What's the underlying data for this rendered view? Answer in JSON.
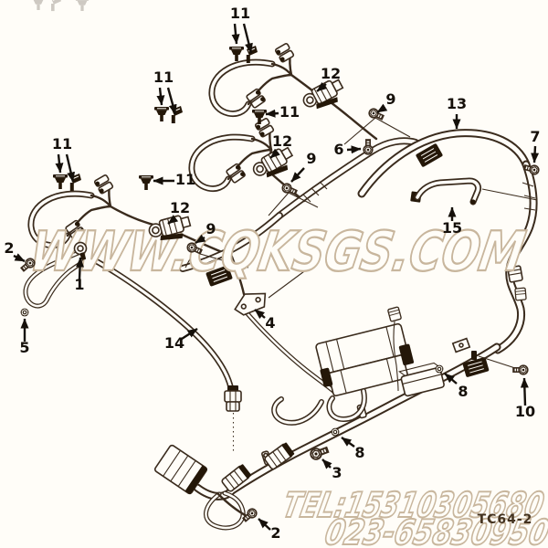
{
  "watermarks": {
    "site": "WWW.CQKSGS.COM",
    "tel_line1": "TEL:15310305680",
    "tel_line2": "023-65830950",
    "code": "TC64-2"
  },
  "colors": {
    "ink": "#3a2b1d",
    "dark_fill": "#241708",
    "label": "#15100a",
    "watermark_outline": "#c8b69d",
    "background": "#fffdf8",
    "code_text": "#43321f"
  },
  "callouts": {
    "1": "1",
    "2": "2",
    "3": "3",
    "4": "4",
    "5": "5",
    "6": "6",
    "7": "7",
    "8": "8",
    "9": "9",
    "10": "10",
    "11": "11",
    "12": "12",
    "13": "13",
    "14": "14",
    "15": "15"
  }
}
